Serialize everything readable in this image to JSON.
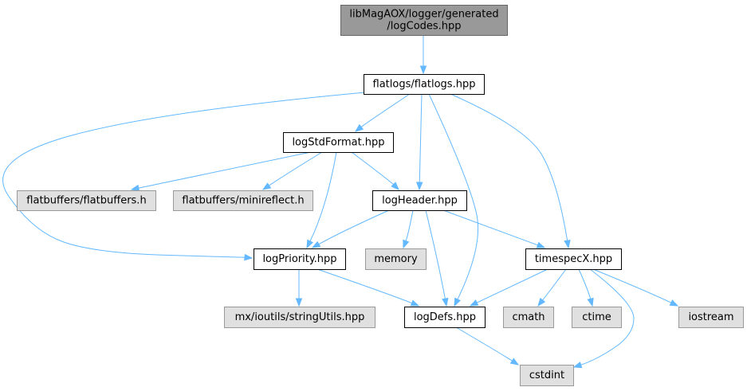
{
  "colors": {
    "root_fill": "#999999",
    "root_stroke": "#666666",
    "file_fill": "#ffffff",
    "file_stroke": "#000000",
    "external_fill": "#e0e0e0",
    "external_stroke": "#999999",
    "edge": "#63b8ff"
  },
  "nodes": [
    {
      "id": "root",
      "kind": "root",
      "lines": [
        "libMagAOX/logger/generated",
        "/logCodes.hpp"
      ]
    },
    {
      "id": "flatlogs",
      "kind": "file",
      "lines": [
        "flatlogs/flatlogs.hpp"
      ]
    },
    {
      "id": "logStdFormat",
      "kind": "file",
      "lines": [
        "logStdFormat.hpp"
      ]
    },
    {
      "id": "flatbuffers",
      "kind": "external",
      "lines": [
        "flatbuffers/flatbuffers.h"
      ]
    },
    {
      "id": "minireflect",
      "kind": "external",
      "lines": [
        "flatbuffers/minireflect.h"
      ]
    },
    {
      "id": "logHeader",
      "kind": "file",
      "lines": [
        "logHeader.hpp"
      ]
    },
    {
      "id": "logPriority",
      "kind": "file",
      "lines": [
        "logPriority.hpp"
      ]
    },
    {
      "id": "memory",
      "kind": "external",
      "lines": [
        "memory"
      ]
    },
    {
      "id": "timespecX",
      "kind": "file",
      "lines": [
        "timespecX.hpp"
      ]
    },
    {
      "id": "stringUtils",
      "kind": "external",
      "lines": [
        "mx/ioutils/stringUtils.hpp"
      ]
    },
    {
      "id": "logDefs",
      "kind": "file",
      "lines": [
        "logDefs.hpp"
      ]
    },
    {
      "id": "cmath",
      "kind": "external",
      "lines": [
        "cmath"
      ]
    },
    {
      "id": "ctime",
      "kind": "external",
      "lines": [
        "ctime"
      ]
    },
    {
      "id": "iostream",
      "kind": "external",
      "lines": [
        "iostream"
      ]
    },
    {
      "id": "cstdint",
      "kind": "external",
      "lines": [
        "cstdint"
      ]
    }
  ],
  "edges": [
    {
      "from": "root",
      "to": "flatlogs"
    },
    {
      "from": "flatlogs",
      "to": "logStdFormat"
    },
    {
      "from": "flatlogs",
      "to": "logPriority"
    },
    {
      "from": "flatlogs",
      "to": "logHeader"
    },
    {
      "from": "flatlogs",
      "to": "logDefs"
    },
    {
      "from": "flatlogs",
      "to": "timespecX"
    },
    {
      "from": "logStdFormat",
      "to": "flatbuffers"
    },
    {
      "from": "logStdFormat",
      "to": "minireflect"
    },
    {
      "from": "logStdFormat",
      "to": "logHeader"
    },
    {
      "from": "logStdFormat",
      "to": "logPriority"
    },
    {
      "from": "logHeader",
      "to": "logPriority"
    },
    {
      "from": "logHeader",
      "to": "memory"
    },
    {
      "from": "logHeader",
      "to": "logDefs"
    },
    {
      "from": "logHeader",
      "to": "timespecX"
    },
    {
      "from": "logPriority",
      "to": "stringUtils"
    },
    {
      "from": "logPriority",
      "to": "logDefs"
    },
    {
      "from": "timespecX",
      "to": "logDefs"
    },
    {
      "from": "timespecX",
      "to": "cmath"
    },
    {
      "from": "timespecX",
      "to": "ctime"
    },
    {
      "from": "timespecX",
      "to": "iostream"
    },
    {
      "from": "timespecX",
      "to": "cstdint"
    },
    {
      "from": "logDefs",
      "to": "cstdint"
    }
  ]
}
